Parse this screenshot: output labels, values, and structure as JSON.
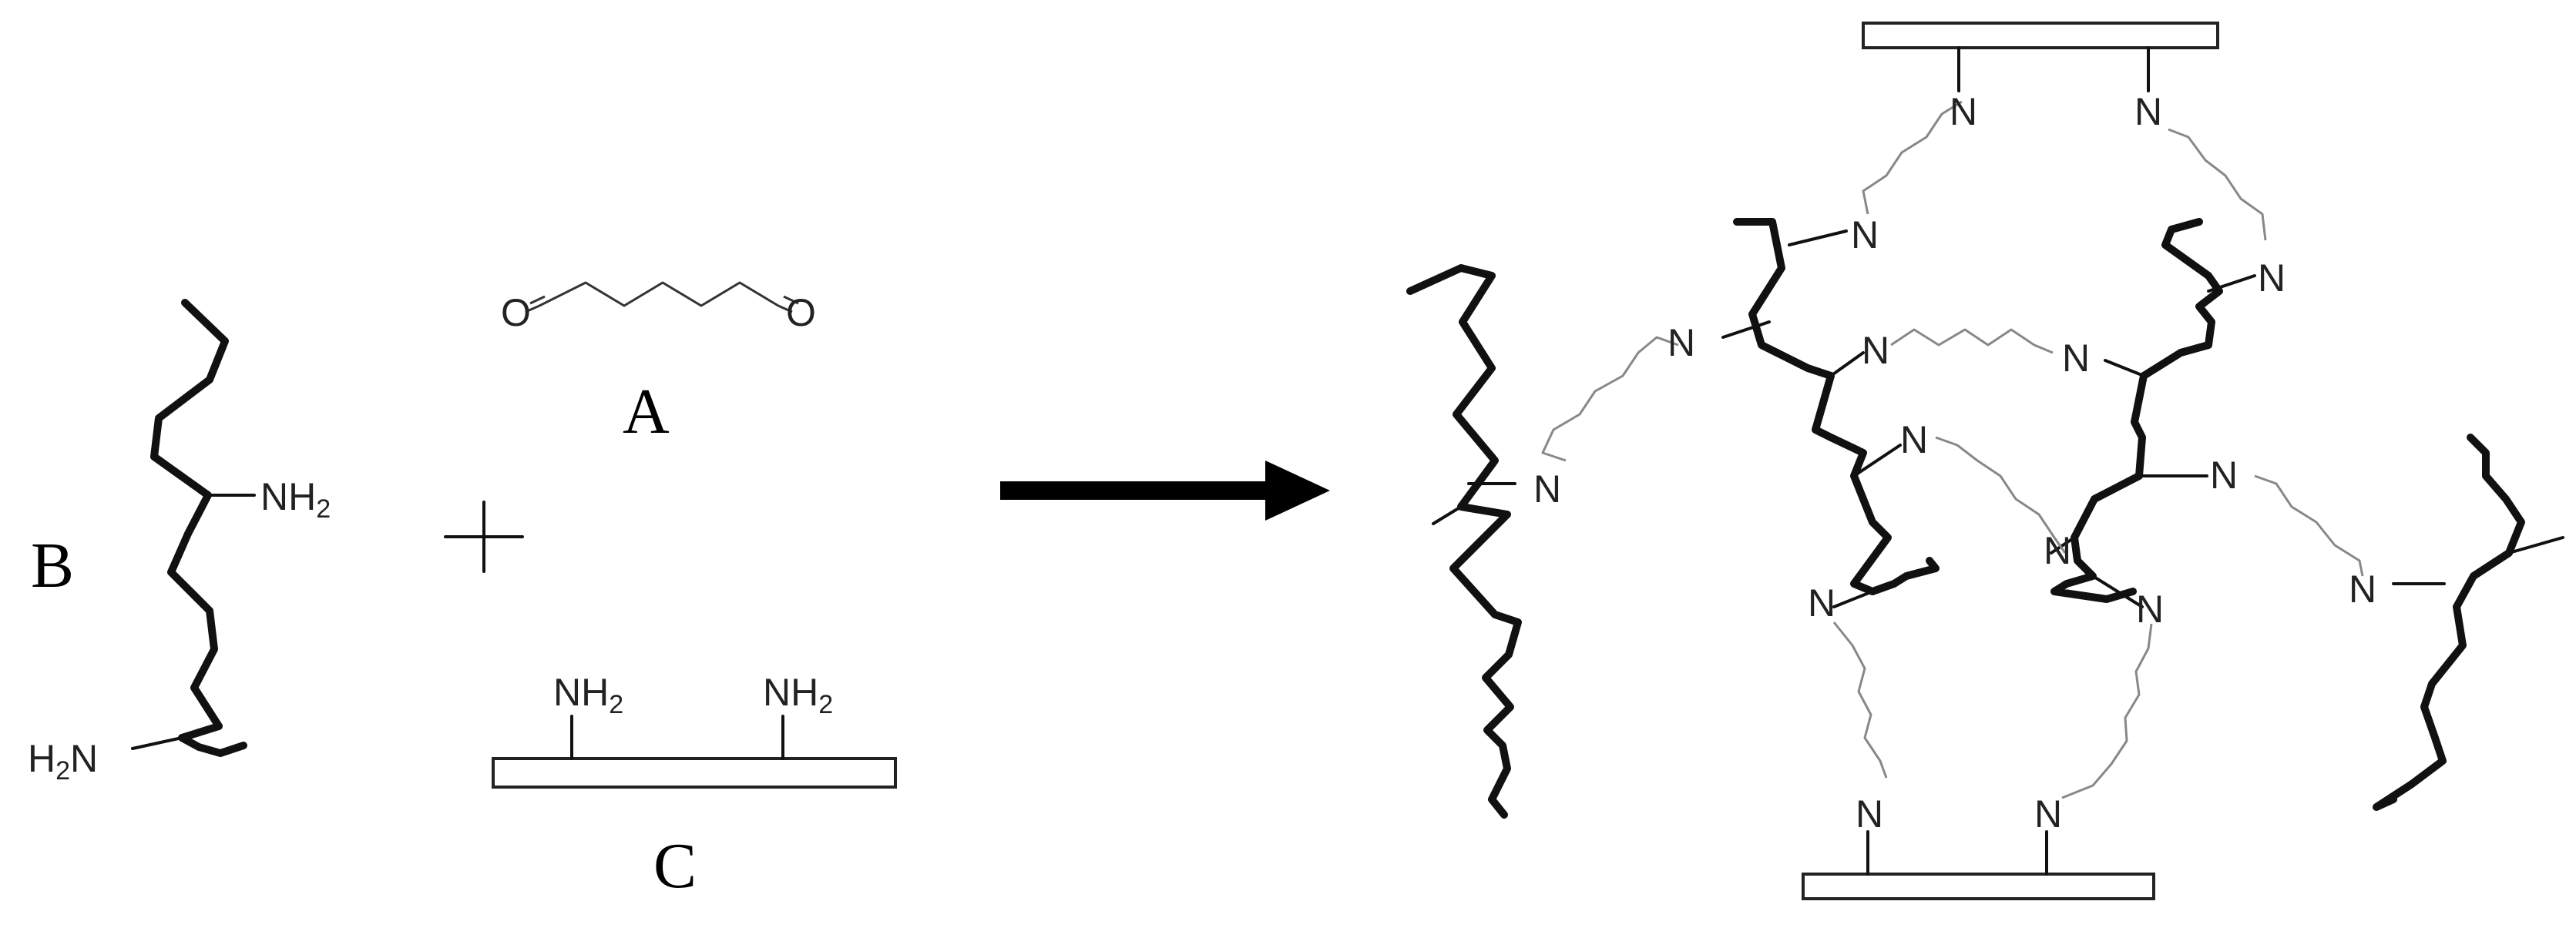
{
  "labels": {
    "component_a": "A",
    "component_b": "B",
    "component_c": "C",
    "plus": "+"
  },
  "atoms": {
    "oxygen": "O",
    "nitrogen": "N",
    "amine": "NH",
    "amine_sub": "2",
    "h2n_h": "H",
    "h2n_sub": "2",
    "h2n_n": "N"
  }
}
